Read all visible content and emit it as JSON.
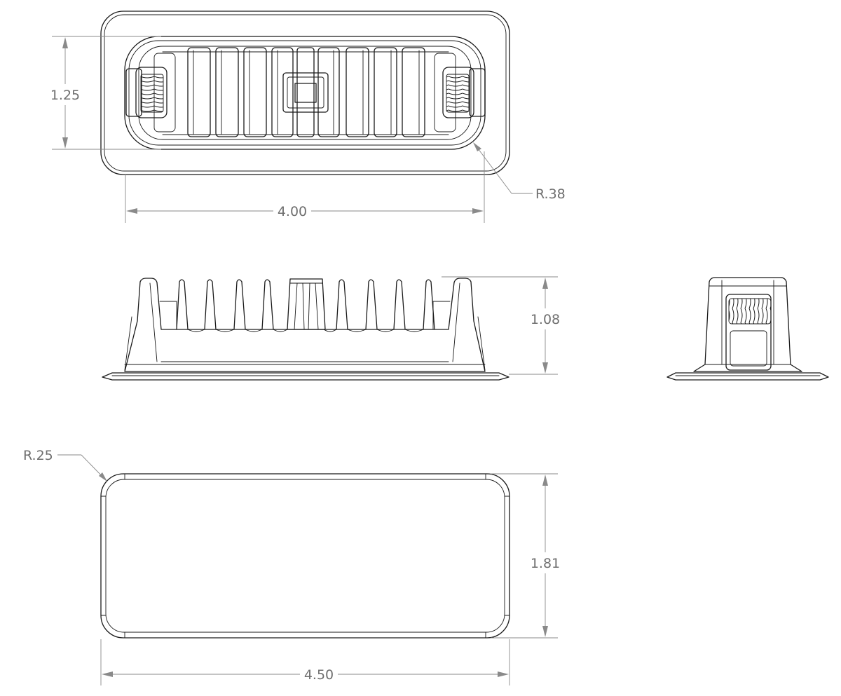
{
  "dimensions": {
    "top_height": "1.25",
    "top_radius": "R.38",
    "top_width": "4.00",
    "front_height": "1.08",
    "bottom_radius": "R.25",
    "bottom_height": "1.81",
    "bottom_width": "4.50"
  },
  "colors": {
    "object_line": "#1a1a1a",
    "dimension_line": "#8a8a8a",
    "dimension_text": "#6f6f6f"
  }
}
